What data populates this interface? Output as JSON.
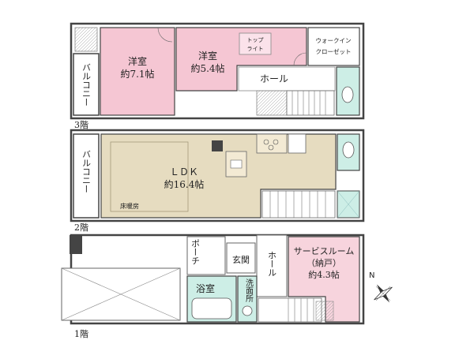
{
  "floors": {
    "f3": {
      "floor_label": "3階",
      "balcony": "バルコニー",
      "western_room_1": {
        "name": "洋室",
        "size": "約7.1帖"
      },
      "western_room_2": {
        "name": "洋室",
        "size": "約5.4帖"
      },
      "top_light": {
        "line1": "トップ",
        "line2": "ライト"
      },
      "walk_in_closet": {
        "line1": "ウォークイン",
        "line2": "クローゼット"
      },
      "hall": "ホール"
    },
    "f2": {
      "floor_label": "2階",
      "balcony": "バルコニー",
      "ldk": {
        "name": "ＬＤＫ",
        "size": "約16.4帖"
      },
      "floor_heating": "床暖房"
    },
    "f1": {
      "floor_label": "1階",
      "porch": "ポーチ",
      "entrance": "玄関",
      "hall": "ホール",
      "service_room": {
        "line1": "サービスルーム",
        "line2": "（納戸）",
        "size": "約4.3帖"
      },
      "bathroom": "浴室",
      "washroom": "洗面所"
    }
  },
  "colors": {
    "room_pink": "#f5c6d3",
    "ldk_tan": "#e6dcc0",
    "wet_green": "#cdeee6",
    "wall": "#444444",
    "service_pink": "#f7d4dd"
  },
  "compass_letter": "N"
}
